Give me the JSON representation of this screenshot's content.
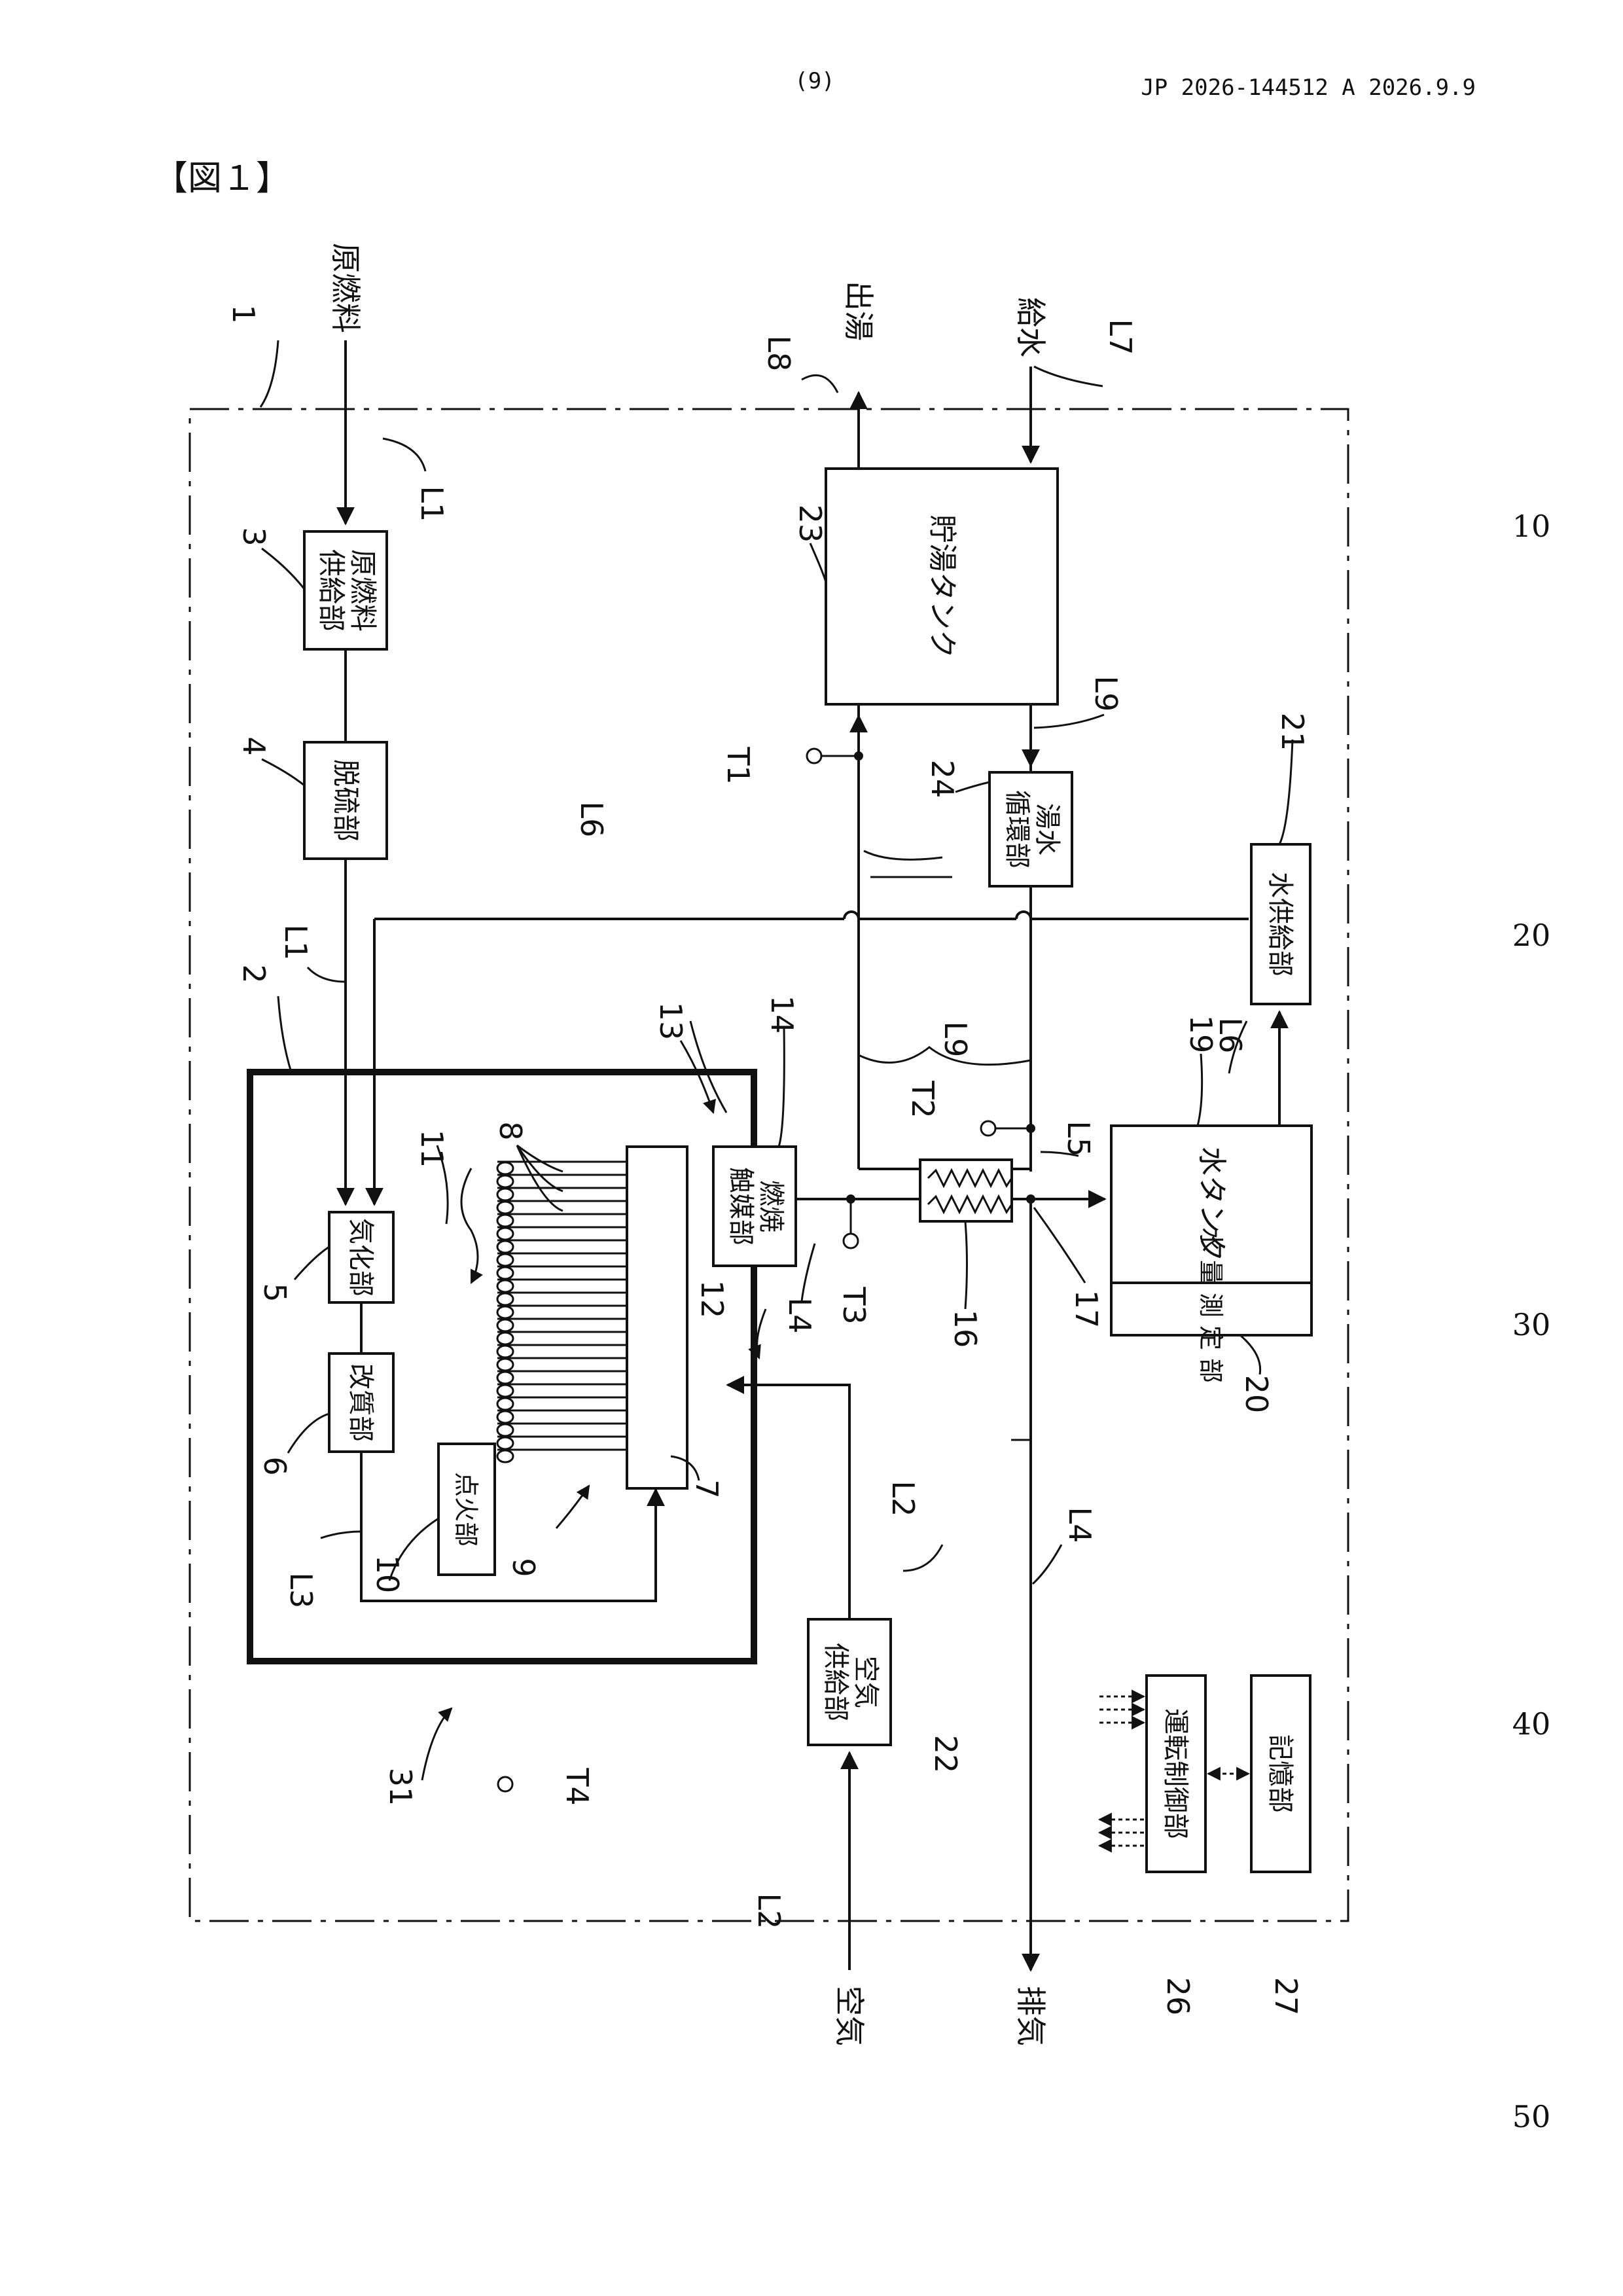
{
  "header": {
    "page_number": "(9)",
    "pub_number": "JP  2026-144512  A  2026.9.9"
  },
  "figure_label": "【図１】",
  "margin_line_numbers": [
    "10",
    "20",
    "30",
    "40",
    "50"
  ],
  "inputs_outputs": {
    "raw_fuel": "原燃料",
    "hot_water_out": "出湯",
    "water_supply": "給水",
    "air": "空気",
    "exhaust": "排気"
  },
  "blocks": {
    "raw_fuel_supply": [
      "原燃料",
      "供給部"
    ],
    "desulfurizer": "脱硫部",
    "vaporizer": "気化部",
    "reformer": "改質部",
    "igniter": "点火部",
    "combustion_catalyst": [
      "燃焼",
      "触媒部"
    ],
    "hot_water_tank": "貯湯タンク",
    "hot_water_circulation": [
      "湯水",
      "循環部"
    ],
    "water_feeder": "水供給部",
    "water_tank": "水タンク",
    "water_level_meter": "水量測定部",
    "air_supply": [
      "空気",
      "供給部"
    ],
    "operation_controller": "運転制御部",
    "memory": "記憶部"
  },
  "line_labels": {
    "L1": "L1",
    "L2": "L2",
    "L3": "L3",
    "L4": "L4",
    "L5": "L5",
    "L6": "L6",
    "L7": "L7",
    "L8": "L8",
    "L9": "L9"
  },
  "sensor_labels": {
    "T1": "T1",
    "T2": "T2",
    "T3": "T3",
    "T4": "T4"
  },
  "reference_numerals": {
    "n1": "1",
    "n2": "2",
    "n3": "3",
    "n4": "4",
    "n5": "5",
    "n6": "6",
    "n7": "7",
    "n8": "8",
    "n9": "9",
    "n10": "10",
    "n11": "11",
    "n12": "12",
    "n13": "13",
    "n14": "14",
    "n16": "16",
    "n17": "17",
    "n19": "19",
    "n20": "20",
    "n21": "21",
    "n22": "22",
    "n23": "23",
    "n24": "24",
    "n26": "26",
    "n27": "27",
    "n31": "31"
  }
}
